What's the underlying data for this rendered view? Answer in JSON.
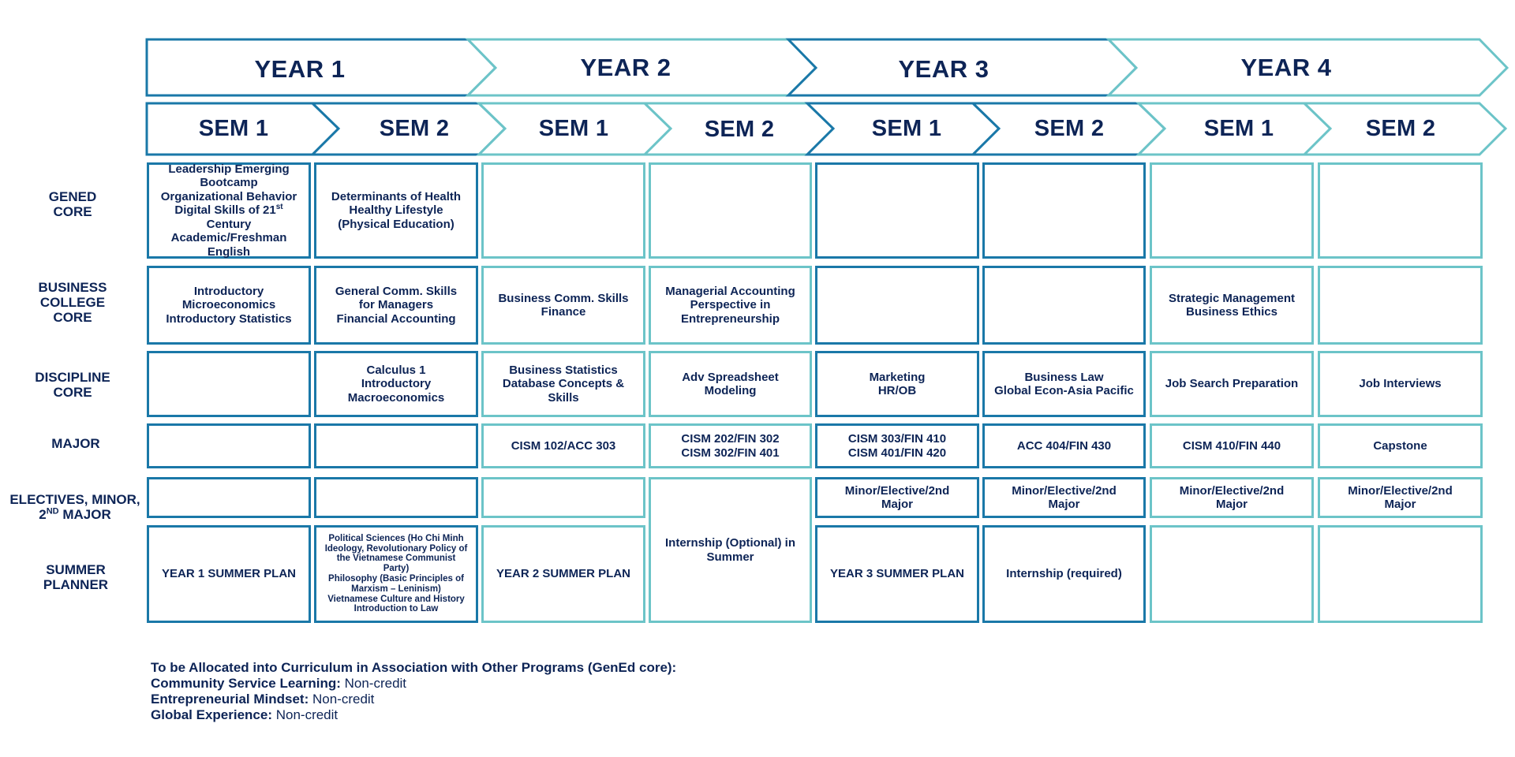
{
  "years": [
    "YEAR 1",
    "YEAR 2",
    "YEAR 3",
    "YEAR 4"
  ],
  "semesters": [
    "SEM 1",
    "SEM 2",
    "SEM 1",
    "SEM 2",
    "SEM 1",
    "SEM 2",
    "SEM 1",
    "SEM 2"
  ],
  "row_labels": {
    "gened": [
      "GENED",
      "CORE"
    ],
    "business": [
      "BUSINESS",
      "COLLEGE",
      "CORE"
    ],
    "discipline": [
      "DISCIPLINE",
      "CORE"
    ],
    "major": [
      "MAJOR"
    ],
    "electives": {
      "line1": "ELECTIVES, MINOR,",
      "line2_pre": "2",
      "line2_sup": "ND",
      "line2_post": " MAJOR"
    },
    "summer": [
      "SUMMER",
      "PLANNER"
    ]
  },
  "gened": {
    "y1s1": {
      "l1": "Leadership Emerging",
      "l2": "Bootcamp",
      "l3": "Organizational Behavior",
      "l4_pre": "Digital Skills of 21",
      "l4_sup": "st",
      "l5": "Century",
      "l6": "Academic/Freshman",
      "l7": "English"
    },
    "y1s2": [
      "Determinants of Health",
      "Healthy Lifestyle",
      "(Physical Education)"
    ]
  },
  "business": {
    "y1s1": [
      "Introductory",
      "Microeconomics",
      "Introductory Statistics"
    ],
    "y1s2": [
      "General Comm. Skills",
      "for Managers",
      "Financial Accounting"
    ],
    "y2s1": [
      "Business Comm. Skills",
      "Finance"
    ],
    "y2s2": [
      "Managerial Accounting",
      "Perspective in",
      "Entrepreneurship"
    ],
    "y4s1": [
      "Strategic Management",
      "Business Ethics"
    ]
  },
  "discipline": {
    "y1s2": [
      "Calculus 1",
      "Introductory",
      "Macroeconomics"
    ],
    "y2s1": [
      "Business Statistics",
      "Database Concepts &",
      "Skills"
    ],
    "y2s2": [
      "Adv Spreadsheet",
      "Modeling"
    ],
    "y3s1": [
      "Marketing",
      "HR/OB"
    ],
    "y3s2": [
      "Business Law",
      "Global Econ-Asia Pacific"
    ],
    "y4s1": [
      "Job Search Preparation"
    ],
    "y4s2": [
      "Job Interviews"
    ]
  },
  "major": {
    "y2s1": [
      "CISM 102/ACC 303"
    ],
    "y2s2": [
      "CISM 202/FIN 302",
      "CISM 302/FIN 401"
    ],
    "y3s1": [
      "CISM 303/FIN 410",
      "CISM 401/FIN 420"
    ],
    "y3s2": [
      "ACC 404/FIN 430"
    ],
    "y4s1": [
      "CISM 410/FIN 440"
    ],
    "y4s2": [
      "Capstone"
    ]
  },
  "electives": {
    "y3s1": [
      "Minor/Elective/2nd",
      "Major"
    ],
    "y3s2": [
      "Minor/Elective/2nd",
      "Major"
    ],
    "y4s1": [
      "Minor/Elective/2nd",
      "Major"
    ],
    "y4s2": [
      "Minor/Elective/2nd",
      "Major"
    ]
  },
  "internship_optional": [
    "Internship (Optional) in",
    "Summer"
  ],
  "summer": {
    "y1s1": [
      "YEAR 1 SUMMER PLAN"
    ],
    "y1s2": [
      "Political Sciences (Ho Chi Minh",
      "Ideology, Revolutionary Policy of",
      "the Vietnamese Communist",
      "Party)",
      "Philosophy (Basic Principles of",
      "Marxism – Leninism)",
      "Vietnamese Culture and History",
      "Introduction to Law"
    ],
    "y2s1": [
      "YEAR 2 SUMMER PLAN"
    ],
    "y3s1": [
      "YEAR 3 SUMMER PLAN"
    ],
    "y3s2": [
      "Internship (required)"
    ]
  },
  "footer": {
    "title": "To be Allocated into Curriculum in Association with Other Programs (GenEd core):",
    "items": [
      {
        "label": "Community Service Learning:",
        "value": " Non-credit"
      },
      {
        "label": "Entrepreneurial Mindset:",
        "value": " Non-credit"
      },
      {
        "label": "Global Experience:",
        "value": " Non-credit"
      }
    ]
  },
  "colors": {
    "dark_border": "#1a78a8",
    "light_border": "#6cc4c8",
    "text": "#0d2456"
  }
}
